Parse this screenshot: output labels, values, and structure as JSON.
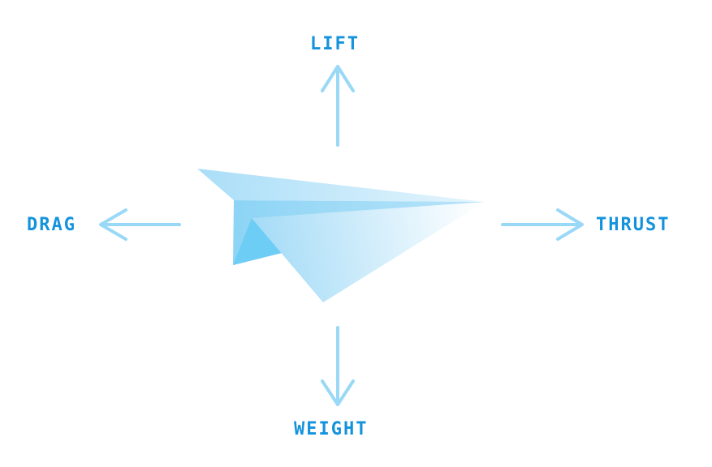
{
  "diagram": {
    "subject": "paper-airplane",
    "colors": {
      "label": "#1493DC",
      "arrow": "#9AD8F7",
      "plane_back_wing": "#A9DEF8",
      "plane_body": "#8DD4F5",
      "plane_shadow": "#6DCDF5",
      "plane_front_wing_start": "#A6DCF7",
      "plane_front_wing_end": "#FFFFFF"
    },
    "forces": {
      "lift": {
        "label": "LIFT",
        "direction": "up"
      },
      "drag": {
        "label": "DRAG",
        "direction": "left"
      },
      "thrust": {
        "label": "THRUST",
        "direction": "right"
      },
      "weight": {
        "label": "WEIGHT",
        "direction": "down"
      }
    }
  }
}
